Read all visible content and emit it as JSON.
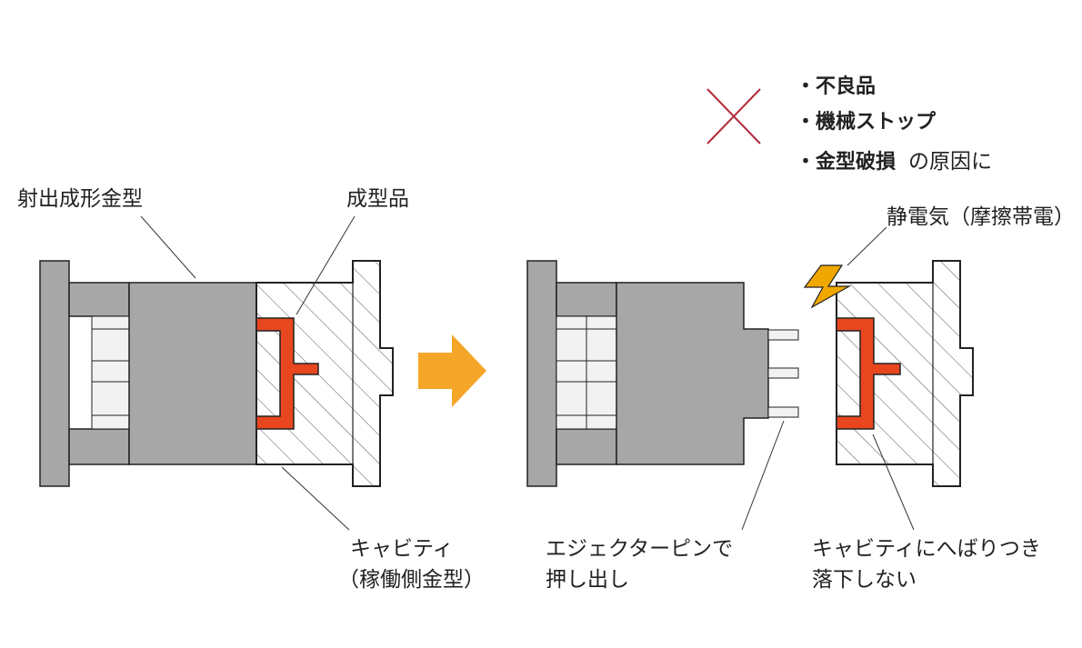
{
  "colors": {
    "mold_gray": "#a7a7a7",
    "light_gray": "#f2f2f2",
    "hatch_fill": "#ffffff",
    "hatch_line": "#555555",
    "outline": "#222222",
    "product_red": "#e8461e",
    "arrow_orange": "#f4a628",
    "cross_red": "#b3293a",
    "static_yellow": "#f0a800"
  },
  "labels": {
    "mold": "射出成形金型",
    "product": "成型品",
    "cavity_line1": "キャビティ",
    "cavity_line2": "（稼働側金型）",
    "ejector_line1": "エジェクターピンで",
    "ejector_line2": "押し出し",
    "cavity_stick_line1": "キャビティにへばりつき",
    "cavity_stick_line2": "落下しない",
    "static": "静電気（摩擦帯電）"
  },
  "problems": {
    "items": [
      "・不良品",
      "・機械ストップ",
      "・金型破損"
    ],
    "suffix": "の原因に"
  },
  "icons": {
    "cross": "cross-mark-icon",
    "arrow": "right-arrow-icon",
    "lightning": "lightning-bolt-icon"
  }
}
